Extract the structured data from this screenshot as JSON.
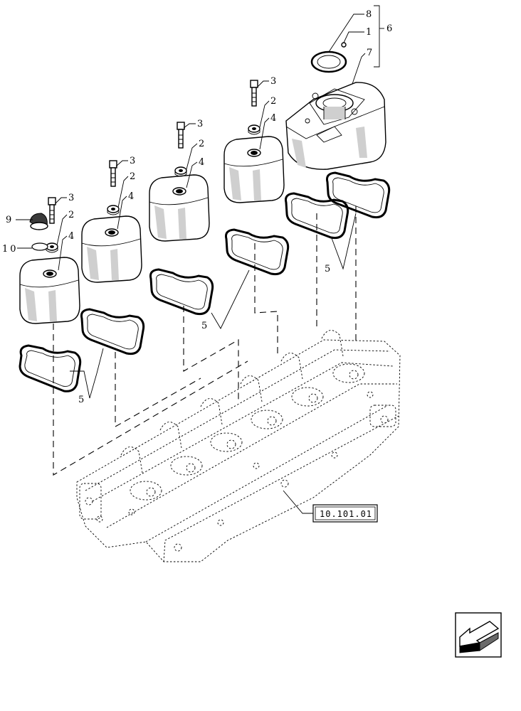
{
  "callouts": {
    "c1": "1",
    "c2": "2",
    "c3": "3",
    "c4": "4",
    "c5": "5",
    "c6": "6",
    "c7": "7",
    "c8": "8",
    "c9": "9",
    "c10": "10"
  },
  "reference": {
    "label": "10.101.01"
  },
  "nav": {
    "icon": "arrow-left-down-icon"
  },
  "colors": {
    "line": "#000000",
    "background": "#ffffff"
  }
}
